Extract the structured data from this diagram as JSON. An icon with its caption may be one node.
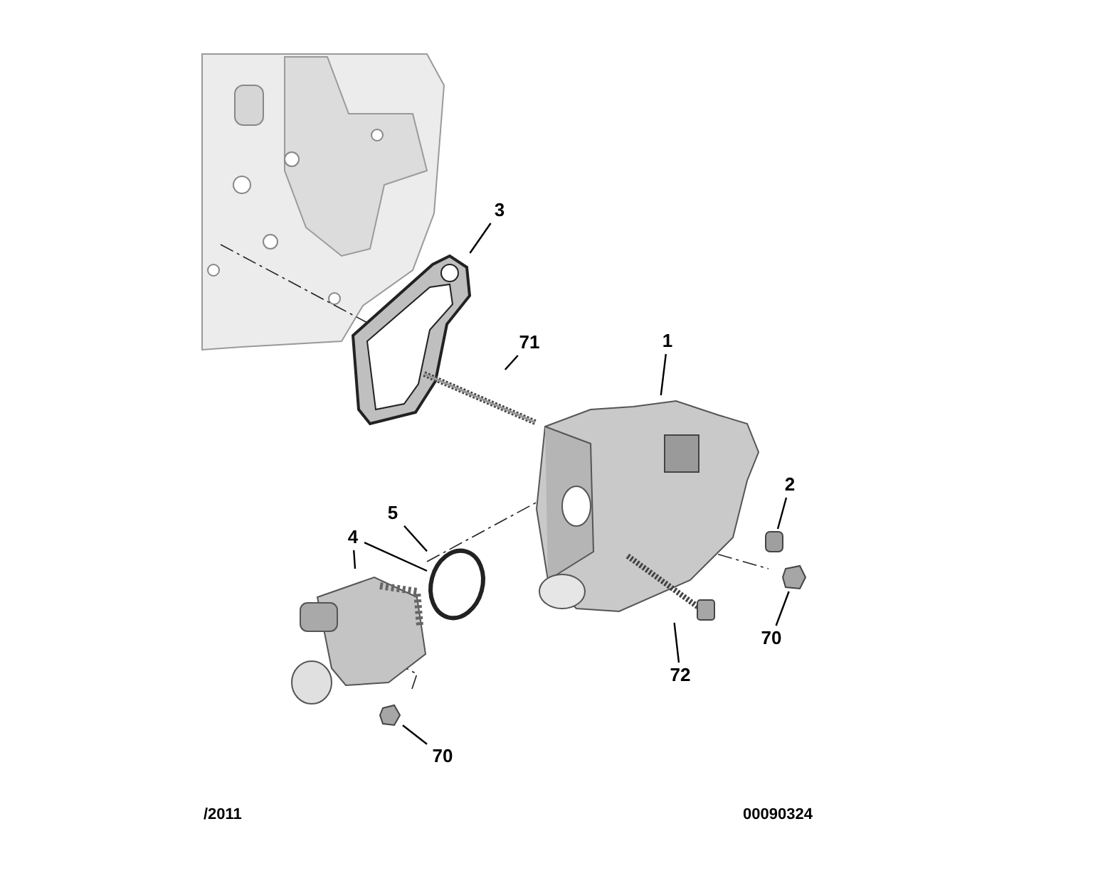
{
  "diagram": {
    "nodes": [
      {
        "text": [
          "3"
        ]
      },
      {
        "text": [],
        "shape": "picture"
      },
      {
        "text": [
          "71"
        ]
      },
      {
        "text": [],
        "shape": "picture"
      },
      {
        "text": [
          "1"
        ]
      },
      {
        "text": [],
        "shape": "picture"
      },
      {
        "text": [
          "2"
        ]
      },
      {
        "text": [],
        "shape": "box"
      },
      {
        "text": [
          "5"
        ]
      },
      {
        "text": [
          "4"
        ]
      },
      {
        "text": [],
        "shape": "circle"
      },
      {
        "text": [],
        "shape": "picture"
      },
      {
        "text": [
          "70"
        ]
      },
      {
        "text": [],
        "shape": "picture"
      },
      {
        "text": [
          "72"
        ]
      },
      {
        "text": [],
        "shape": "picture"
      },
      {
        "text": [
          "70"
        ]
      },
      {
        "text": [],
        "shape": "picture"
      }
    ],
    "edges": [
      {
        "from": 0,
        "to": 1,
        "arrow": "none"
      },
      {
        "from": 2,
        "to": 3,
        "arrow": "none"
      },
      {
        "from": 4,
        "to": 5,
        "arrow": "none"
      },
      {
        "from": 6,
        "to": 7,
        "arrow": "none"
      },
      {
        "from": 8,
        "to": 10,
        "arrow": "none"
      },
      {
        "from": 9,
        "to": 10,
        "arrow": "none"
      },
      {
        "from": 9,
        "to": 11,
        "arrow": "none"
      },
      {
        "from": 12,
        "to": 13,
        "arrow": "none"
      },
      {
        "from": 14,
        "to": 15,
        "arrow": "none"
      },
      {
        "from": 16,
        "to": 17,
        "arrow": "none"
      }
    ],
    "labels": [
      "/2011",
      "00090324"
    ]
  }
}
